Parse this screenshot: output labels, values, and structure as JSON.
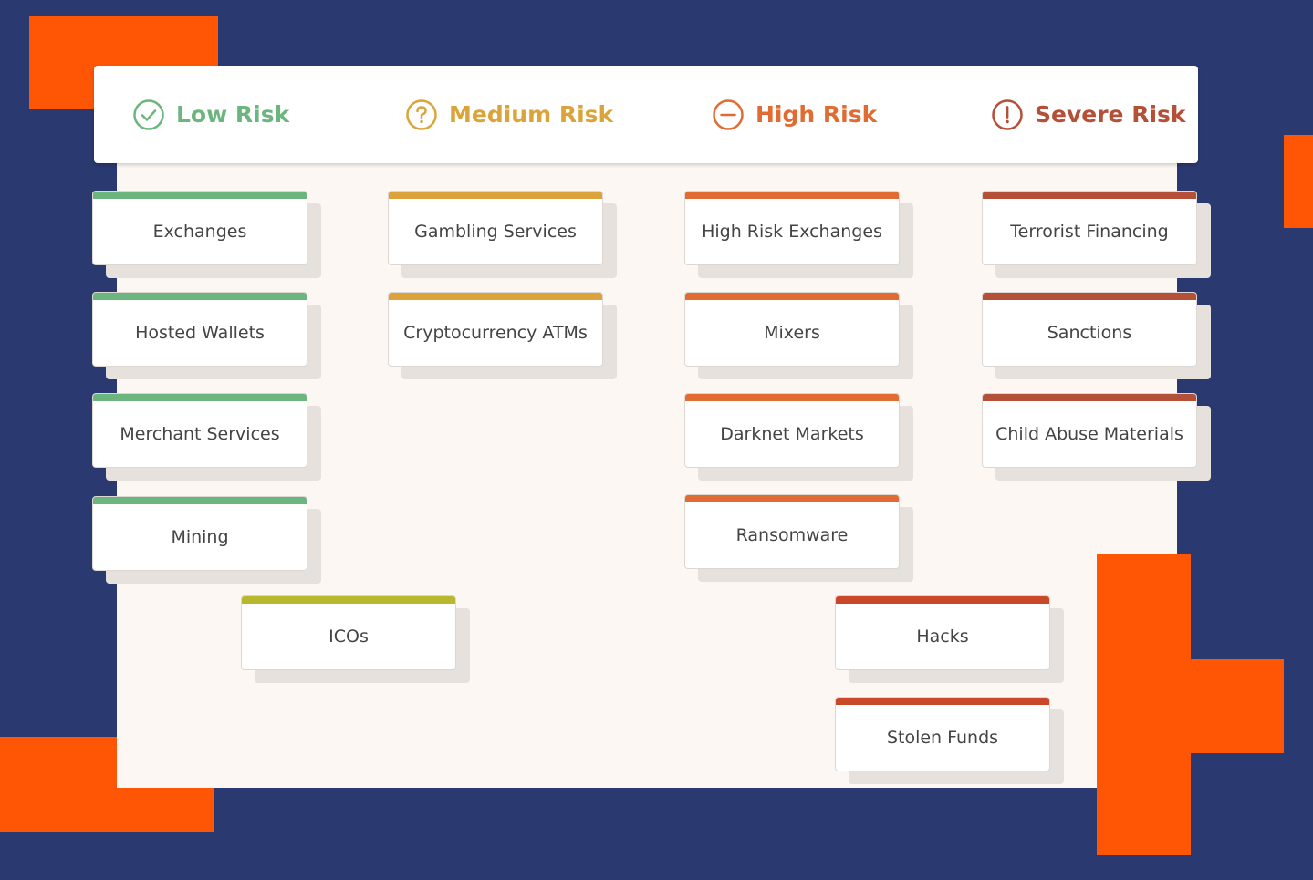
{
  "colors": {
    "background": "#2a3970",
    "accent": "#ff5606",
    "low": "#6db57f",
    "medium": "#dba43b",
    "high": "#e06c33",
    "severe": "#b44f38",
    "icos": "#b7b82e",
    "hacks": "#c9482a"
  },
  "legend": [
    {
      "label": "Low Risk",
      "icon": "check-circle-icon",
      "color": "#6db57f"
    },
    {
      "label": "Medium Risk",
      "icon": "question-circle-icon",
      "color": "#dba43b"
    },
    {
      "label": "High Risk",
      "icon": "minus-circle-icon",
      "color": "#e06c33"
    },
    {
      "label": "Severe Risk",
      "icon": "exclamation-circle-icon",
      "color": "#b44f38"
    }
  ],
  "cards": {
    "low": [
      "Exchanges",
      "Hosted Wallets",
      "Merchant Services",
      "Mining"
    ],
    "medium": [
      "Gambling Services",
      "Cryptocurrency ATMs"
    ],
    "high": [
      "High Risk Exchanges",
      "Mixers",
      "Darknet Markets",
      "Ransomware"
    ],
    "severe": [
      "Terrorist Financing",
      "Sanctions",
      "Child Abuse Materials"
    ],
    "other": [
      "ICOs",
      "Hacks",
      "Stolen Funds"
    ]
  }
}
